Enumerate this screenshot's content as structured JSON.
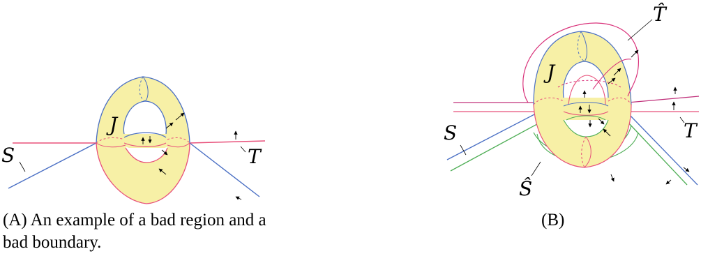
{
  "panel_a": {
    "labels": {
      "region": "J",
      "surface_s": "S",
      "surface_t": "T"
    },
    "caption": "(A) An example of a bad region and a bad boundary."
  },
  "panel_b": {
    "labels": {
      "region": "J",
      "surface_s": "S",
      "surface_t": "T",
      "surface_t_hat": "T̂",
      "surface_s_hat": "Ŝ"
    },
    "caption": "(B)"
  },
  "colors": {
    "region_fill": "#f7f0a6",
    "surface_s": "#4a6fc4",
    "surface_t": "#e8507a",
    "surface_s_hat": "#4fae56",
    "surface_t_hat": "#d9327a",
    "arrow": "#000000"
  }
}
